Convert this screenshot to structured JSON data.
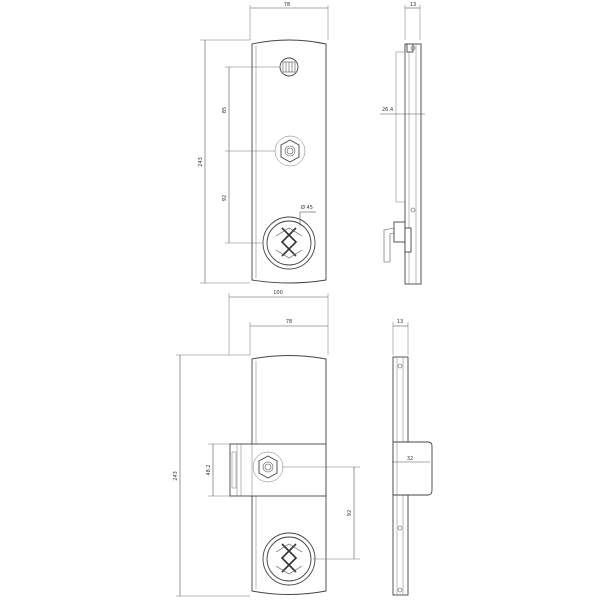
{
  "dimensions": {
    "top_front_width": "78",
    "top_side_width": "13",
    "top_height": "243",
    "top_spacing_upper": "85",
    "top_spacing_lower": "92",
    "top_hole_diameter": "Ø 45",
    "top_side_depth": "26.4",
    "bottom_overall_width": "100",
    "bottom_front_width": "78",
    "bottom_side_width": "13",
    "bottom_height": "243",
    "bottom_block_height": "48.2",
    "bottom_spacing": "92",
    "bottom_side_block": "32"
  },
  "colors": {
    "line": "#555555",
    "outline": "#444444",
    "background": "#ffffff"
  }
}
